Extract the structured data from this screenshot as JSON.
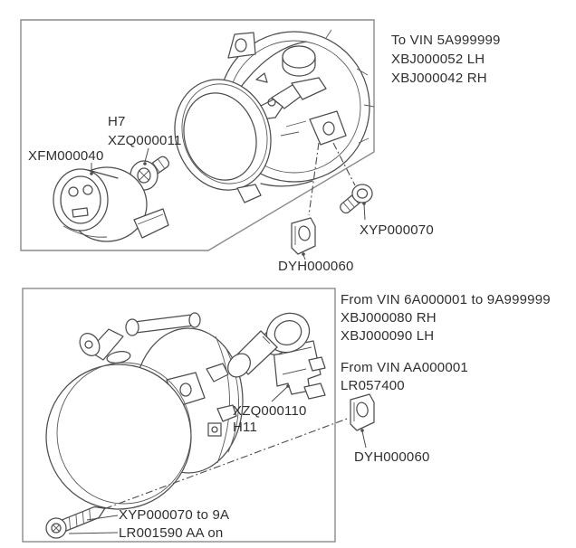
{
  "colors": {
    "background": "#ffffff",
    "line_art": "#4d4d4d",
    "panel_border": "#8a8a8a",
    "text": "#2f2f2f"
  },
  "top_panel": {
    "vin_note": {
      "line1": "To VIN 5A999999",
      "line2": "XBJ000052 LH",
      "line3": "XBJ000042 RH"
    },
    "bulb_type": "H7",
    "bulb_screw_part": "XZQ000011",
    "connector_part": "XFM000040",
    "screw_part": "XYP000070",
    "clip_part": "DYH000060"
  },
  "bottom_panel": {
    "vin_note_mid": {
      "line1": "From VIN 6A000001 to 9A999999",
      "line2": "XBJ000080 RH",
      "line3": "XBJ000090 LH"
    },
    "vin_note_aa": {
      "line1": "From VIN AA000001",
      "line2": "LR057400"
    },
    "bulb_part": "XZQ000110",
    "bulb_type": "H11",
    "clip_part": "DYH000060",
    "screw_note": {
      "line1": "XYP000070 to 9A",
      "line2": "LR001590 AA on"
    }
  }
}
